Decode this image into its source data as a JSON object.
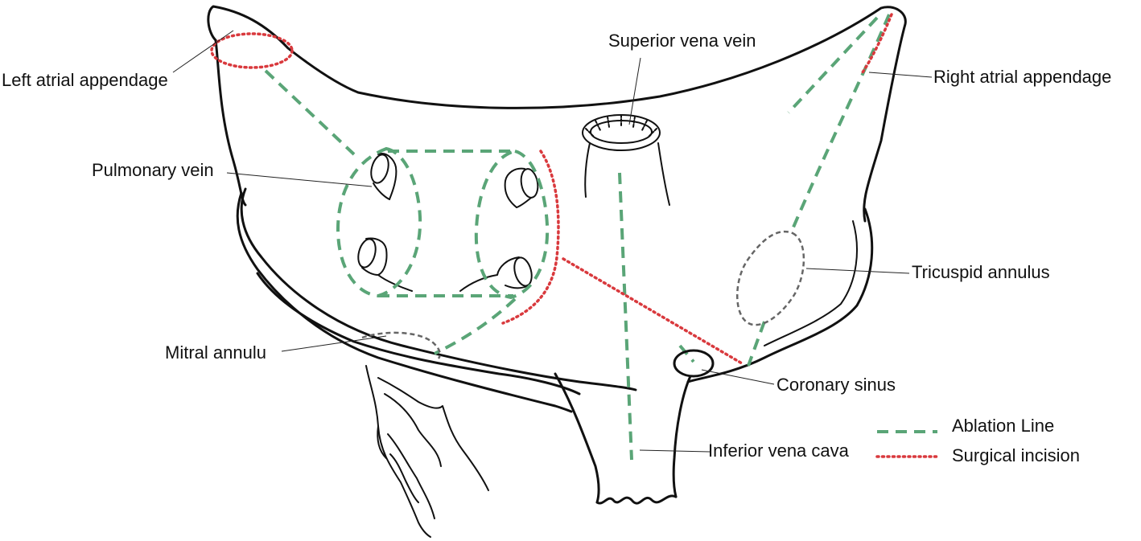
{
  "labels": {
    "left_atrial_appendage": "Left atrial appendage",
    "superior_vena_vein": "Superior vena vein",
    "right_atrial_appendage": "Right atrial appendage",
    "pulmonary_vein": "Pulmonary vein",
    "tricuspid_annulus": "Tricuspid annulus",
    "mitral_annulu": "Mitral annulu",
    "coronary_sinus": "Coronary sinus",
    "inferior_vena_cava": "Inferior vena cava"
  },
  "legend": {
    "ablation_line": "Ablation Line",
    "surgical_incision": "Surgical incision"
  },
  "colors": {
    "ablation": "#5aa577",
    "incision": "#d9393d",
    "annulus": "#666666",
    "outline": "#111111"
  }
}
